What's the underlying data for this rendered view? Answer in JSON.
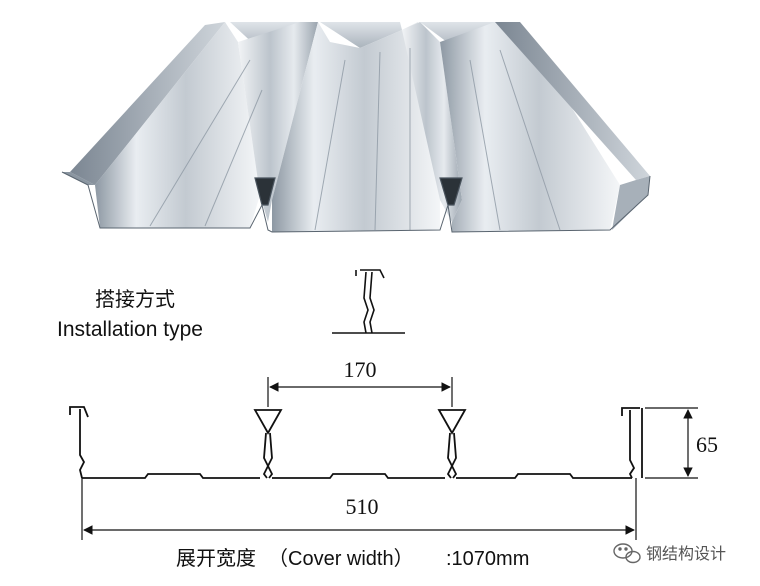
{
  "installation": {
    "label_cn": "搭接方式",
    "label_en": "Installation type"
  },
  "dimensions": {
    "rib_spacing": "170",
    "height": "65",
    "module_width": "510"
  },
  "cover_width": {
    "label_cn": "展开宽度",
    "label_en": "（Cover width）",
    "value": ":1070mm"
  },
  "watermark": {
    "text": "钢结构设计",
    "icon": "wechat-icon"
  },
  "colors": {
    "steel_light": "#eef1f4",
    "steel_mid": "#b9c1c9",
    "steel_dark": "#6f7a85",
    "line": "#111111"
  }
}
